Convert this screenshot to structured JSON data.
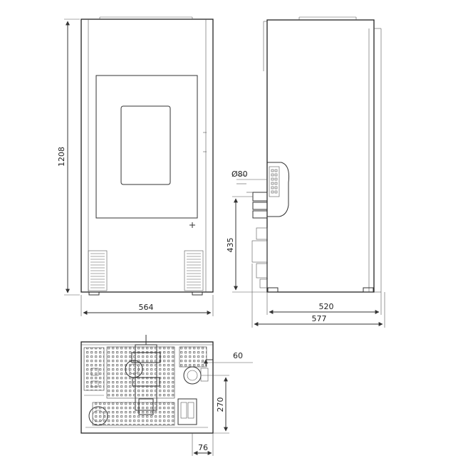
{
  "dimensions": {
    "front_height": "1208",
    "front_width": "564",
    "flue_diameter": "Ø80",
    "outlet_height": "435",
    "side_depth_inner": "520",
    "side_depth_total": "577",
    "top_offset_x": "60",
    "top_offset_y": "270",
    "top_outlet_offset": "76"
  },
  "colors": {
    "line": "#333333",
    "background": "#ffffff"
  }
}
